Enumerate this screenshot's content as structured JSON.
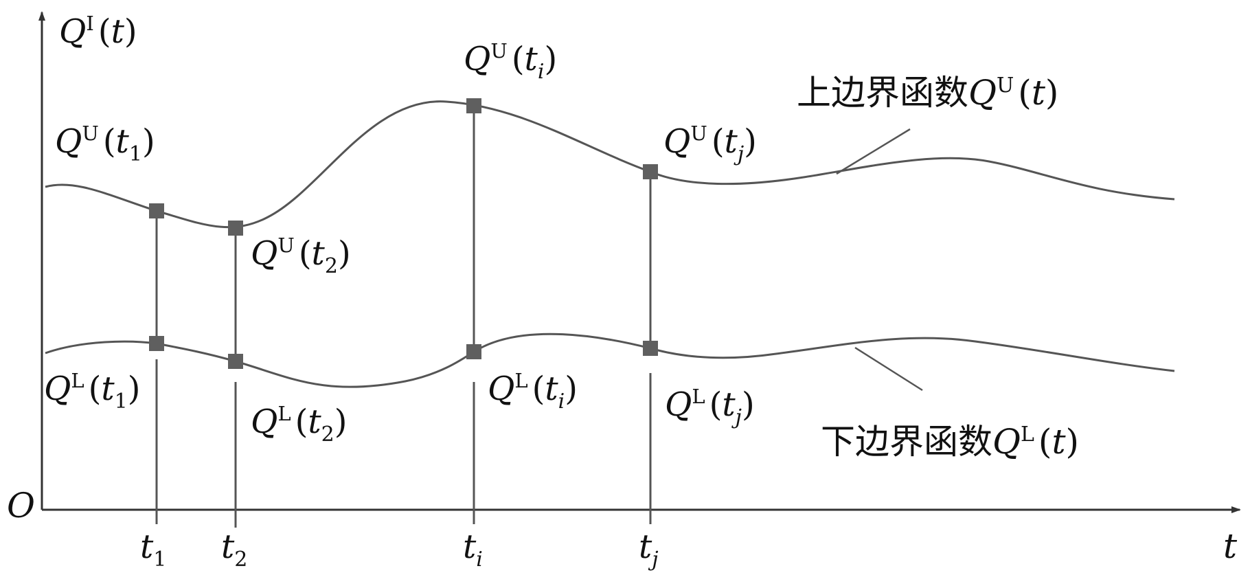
{
  "diagram": {
    "y_axis_label": {
      "base": "Q",
      "sup": "I",
      "open": "(",
      "arg": "t",
      "close": ")"
    },
    "x_axis_label": "t",
    "origin_label": "O",
    "upper_curve_label": {
      "text": "上边界函数",
      "base": "Q",
      "sup": "U",
      "open": "(",
      "arg": "t",
      "close": ")"
    },
    "lower_curve_label": {
      "text": "下边界函数",
      "base": "Q",
      "sup": "L",
      "open": "(",
      "arg": "t",
      "close": ")"
    },
    "time_points": [
      {
        "id": "t1",
        "var": "t",
        "sub": "1"
      },
      {
        "id": "t2",
        "var": "t",
        "sub": "2"
      },
      {
        "id": "ti",
        "var": "t",
        "sub": "i"
      },
      {
        "id": "tj",
        "var": "t",
        "sub": "j"
      }
    ],
    "point_labels": {
      "upper": [
        {
          "base": "Q",
          "sup": "U",
          "open": "(",
          "var": "t",
          "sub": "1",
          "close": ")"
        },
        {
          "base": "Q",
          "sup": "U",
          "open": "(",
          "var": "t",
          "sub": "2",
          "close": ")"
        },
        {
          "base": "Q",
          "sup": "U",
          "open": "(",
          "var": "t",
          "sub": "i",
          "close": ")"
        },
        {
          "base": "Q",
          "sup": "U",
          "open": "(",
          "var": "t",
          "sub": "j",
          "close": ")"
        }
      ],
      "lower": [
        {
          "base": "Q",
          "sup": "L",
          "open": "(",
          "var": "t",
          "sub": "1",
          "close": ")"
        },
        {
          "base": "Q",
          "sup": "L",
          "open": "(",
          "var": "t",
          "sub": "2",
          "close": ")"
        },
        {
          "base": "Q",
          "sup": "L",
          "open": "(",
          "var": "t",
          "sub": "i",
          "close": ")"
        },
        {
          "base": "Q",
          "sup": "L",
          "open": "(",
          "var": "t",
          "sub": "j",
          "close": ")"
        }
      ]
    },
    "colors": {
      "axis": "#333333",
      "curve": "#555555",
      "marker": "#5f5f5f",
      "text": "#111111"
    }
  }
}
